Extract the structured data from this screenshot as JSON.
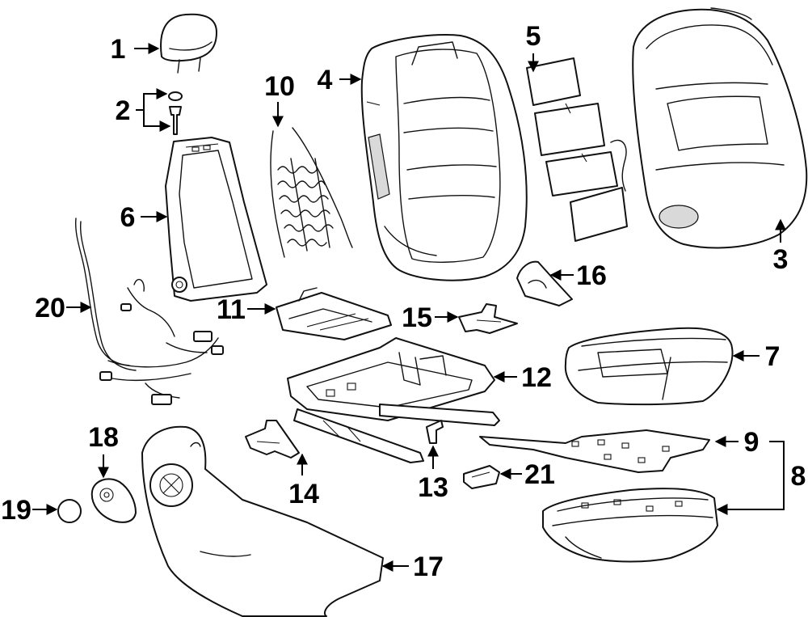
{
  "callouts": {
    "n1": "1",
    "n2": "2",
    "n3": "3",
    "n4": "4",
    "n5": "5",
    "n6": "6",
    "n7": "7",
    "n8": "8",
    "n9": "9",
    "n10": "10",
    "n11": "11",
    "n12": "12",
    "n13": "13",
    "n14": "14",
    "n15": "15",
    "n16": "16",
    "n17": "17",
    "n18": "18",
    "n19": "19",
    "n20": "20",
    "n21": "21"
  },
  "colors": {
    "line": "#111111",
    "background": "#ffffff"
  }
}
